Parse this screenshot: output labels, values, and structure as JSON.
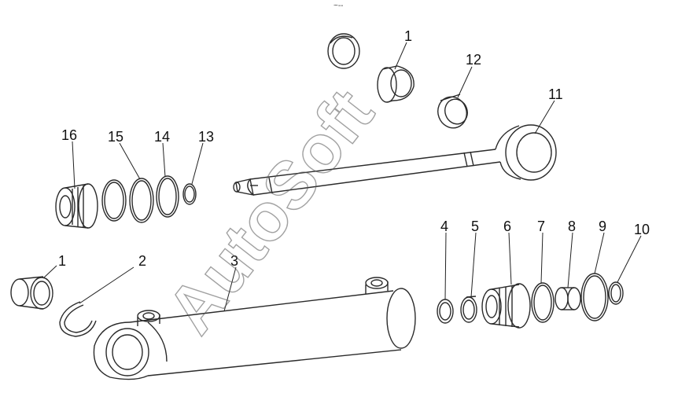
{
  "title_glyph": "~--",
  "watermark": "AutoSoft",
  "callouts": {
    "c1_top": "1",
    "c12": "12",
    "c11": "11",
    "c16": "16",
    "c15": "15",
    "c14": "14",
    "c13": "13",
    "c1_left": "1",
    "c2": "2",
    "c3": "3",
    "c4": "4",
    "c5": "5",
    "c6": "6",
    "c7": "7",
    "c8": "8",
    "c9": "9",
    "c10": "10"
  }
}
